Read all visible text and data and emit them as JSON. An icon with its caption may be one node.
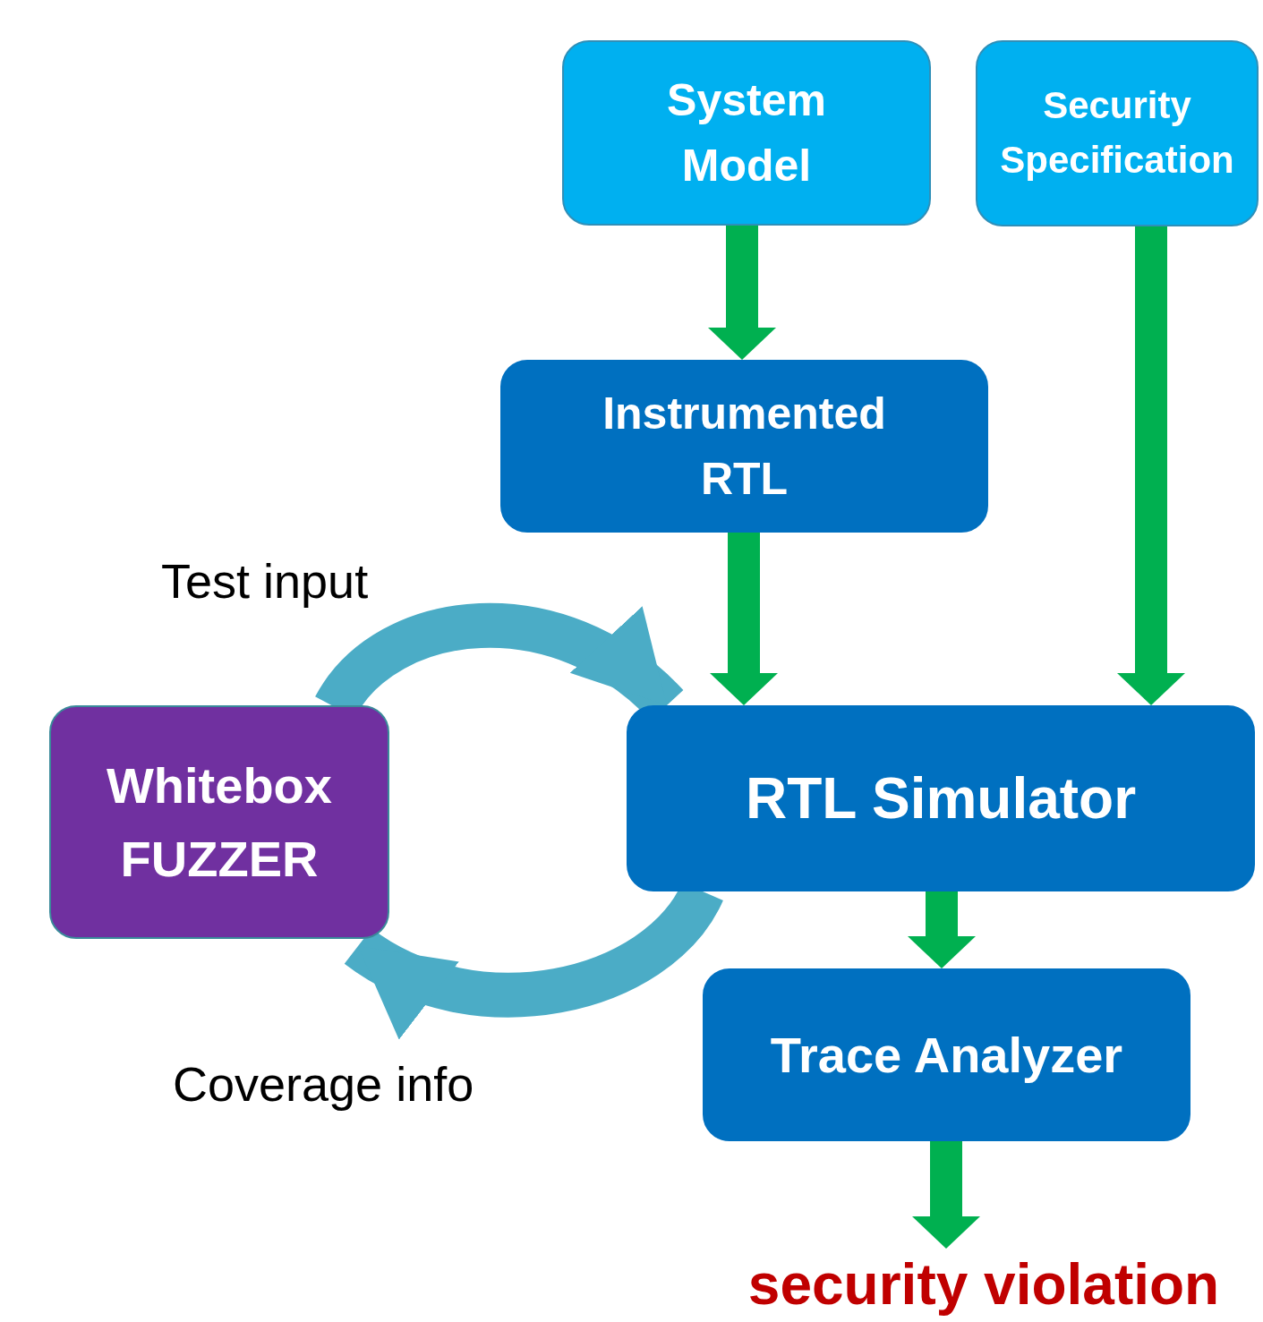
{
  "diagram": {
    "nodes": [
      {
        "text": [
          "System Model"
        ]
      },
      {
        "text": [
          "Security Specification"
        ]
      },
      {
        "text": [
          "Instrumented RTL"
        ]
      },
      {
        "text": [
          "Whitebox FUZZER"
        ]
      },
      {
        "text": [
          "RTL Simulator"
        ]
      },
      {
        "text": [
          "Trace Analyzer"
        ]
      },
      {
        "text": [
          "security violation"
        ]
      }
    ],
    "edges": [
      {
        "from": 0,
        "to": 2,
        "arrow": "to"
      },
      {
        "from": 2,
        "to": 4,
        "arrow": "to"
      },
      {
        "from": 1,
        "to": 4,
        "arrow": "to"
      },
      {
        "from": 3,
        "to": 4,
        "arrow": "to",
        "label": "Test input",
        "color": "#4bacc6"
      },
      {
        "from": 4,
        "to": 3,
        "arrow": "to",
        "label": "Coverage info",
        "color": "#4bacc6"
      },
      {
        "from": 4,
        "to": 5,
        "arrow": "to"
      },
      {
        "from": 5,
        "to": 6,
        "arrow": "to"
      }
    ]
  }
}
